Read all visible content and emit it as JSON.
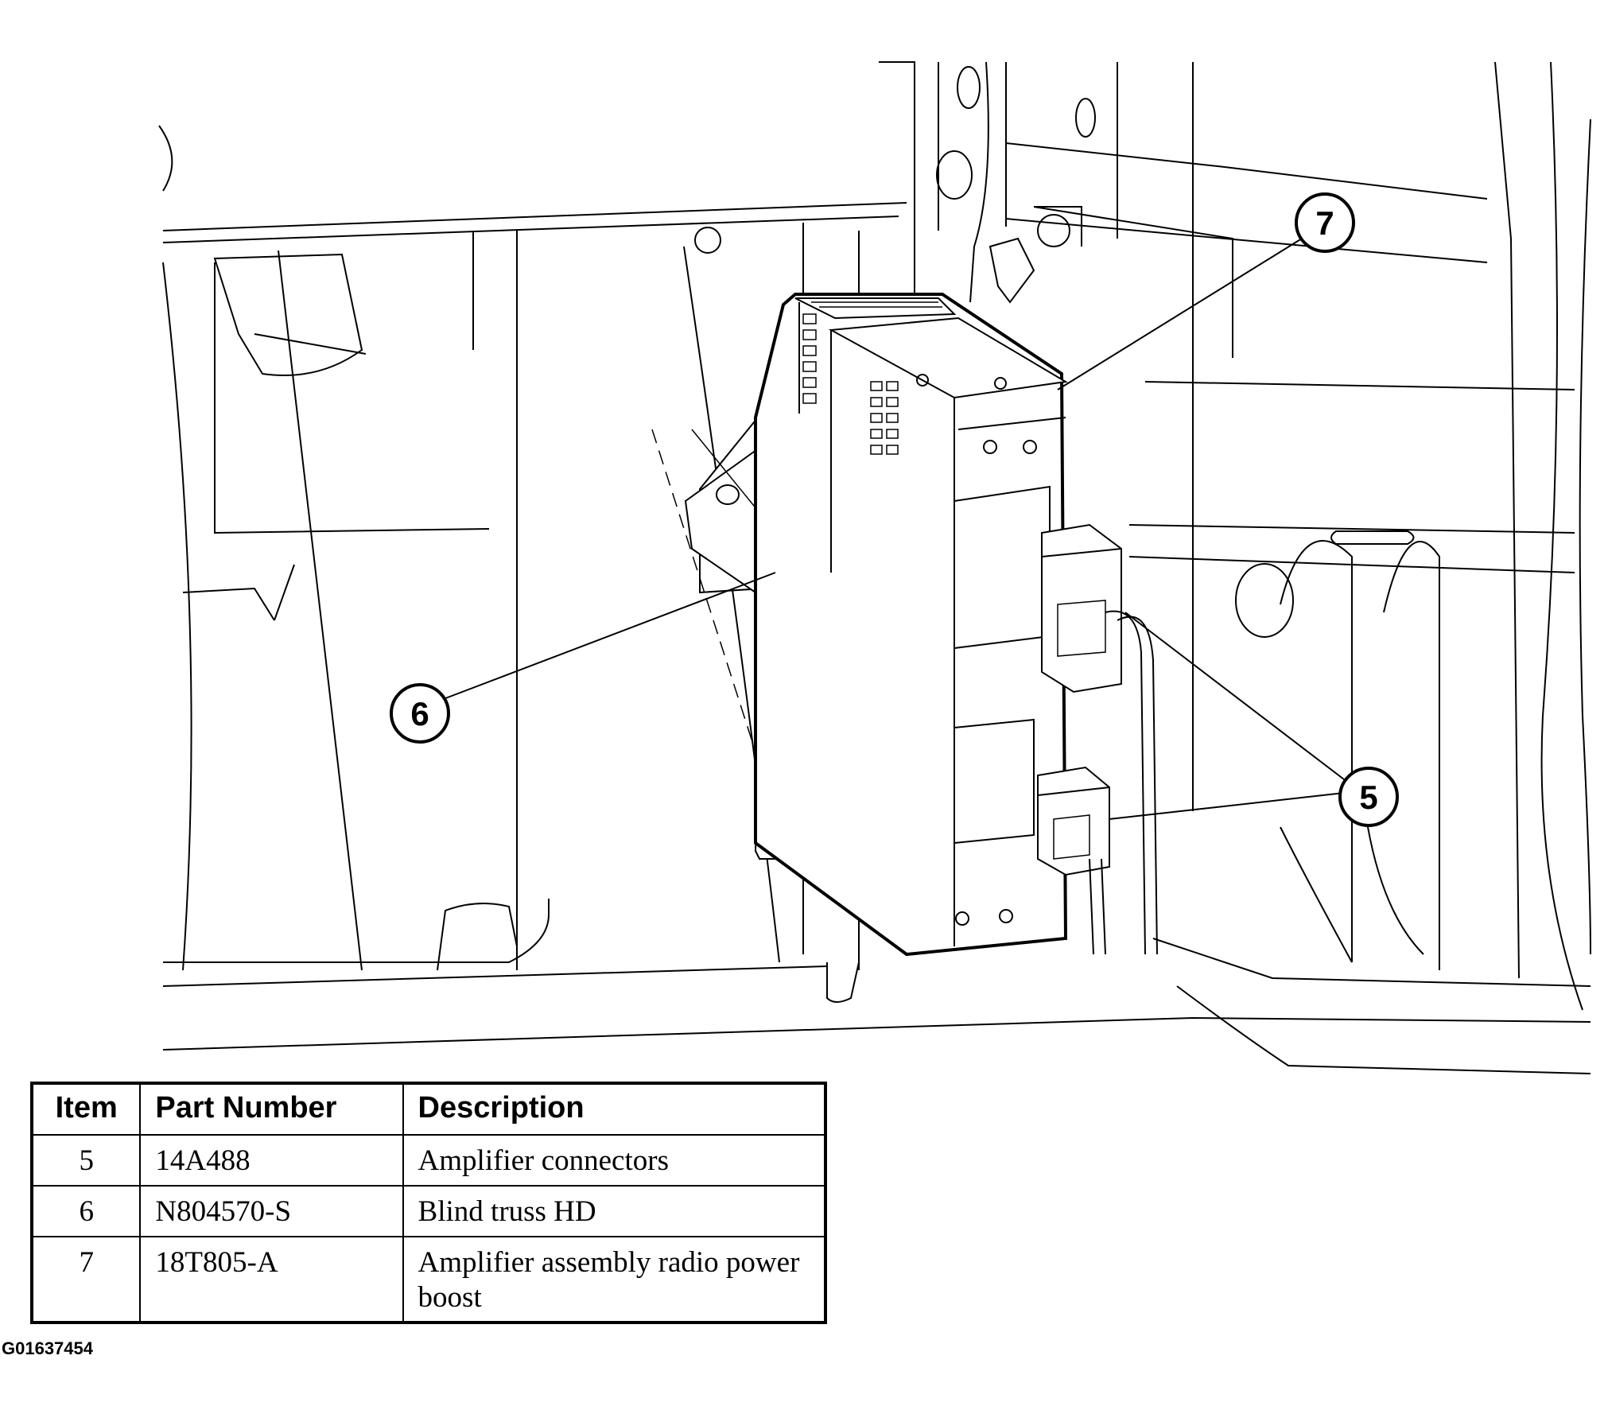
{
  "callouts": {
    "c5": "5",
    "c6": "6",
    "c7": "7"
  },
  "table": {
    "headers": [
      "Item",
      "Part Number",
      "Description"
    ],
    "rows": [
      {
        "item": "5",
        "part_number": "14A488",
        "description": "Amplifier connectors"
      },
      {
        "item": "6",
        "part_number": "N804570-S",
        "description": "Blind truss HD"
      },
      {
        "item": "7",
        "part_number": "18T805-A",
        "description": "Amplifier assembly radio power boost"
      }
    ]
  },
  "figure_code": "G01637454"
}
